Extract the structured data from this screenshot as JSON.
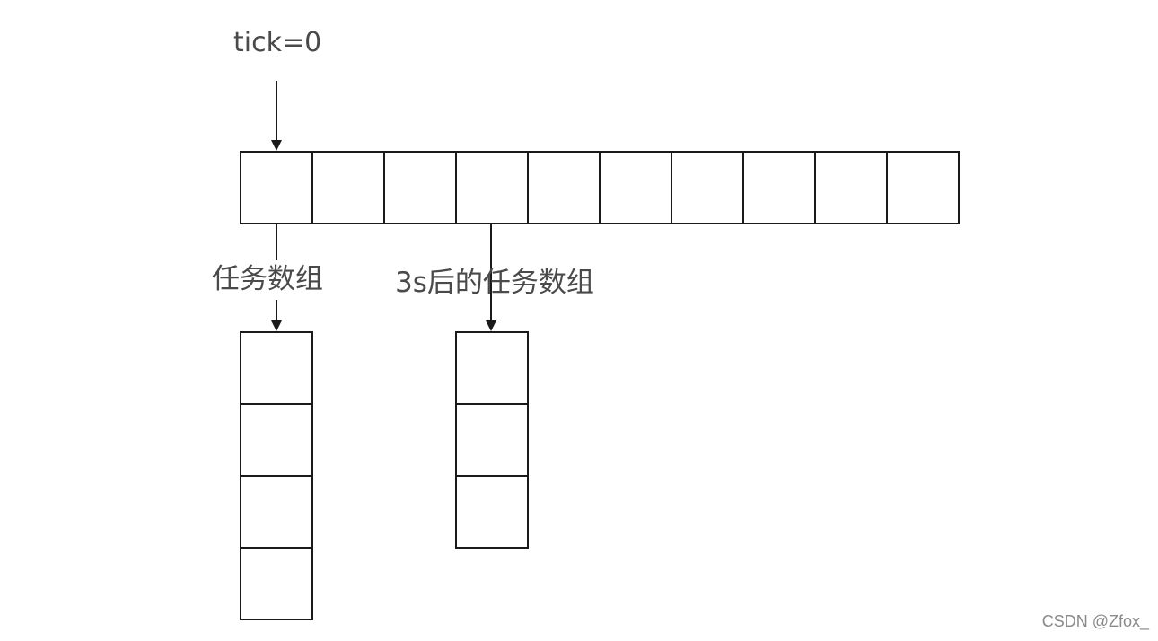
{
  "diagram": {
    "pointer_label": "tick=0",
    "task_array_label": "任务数组",
    "future_task_array_label": "3s后的任务数组",
    "wheel_slot_count": 10,
    "task_array_slot_count": 4,
    "future_task_array_slot_count": 3,
    "stroke_color": "#1a1a1a",
    "text_color": "#4a4a4a"
  },
  "watermark": {
    "text": "CSDN @Zfox_"
  }
}
